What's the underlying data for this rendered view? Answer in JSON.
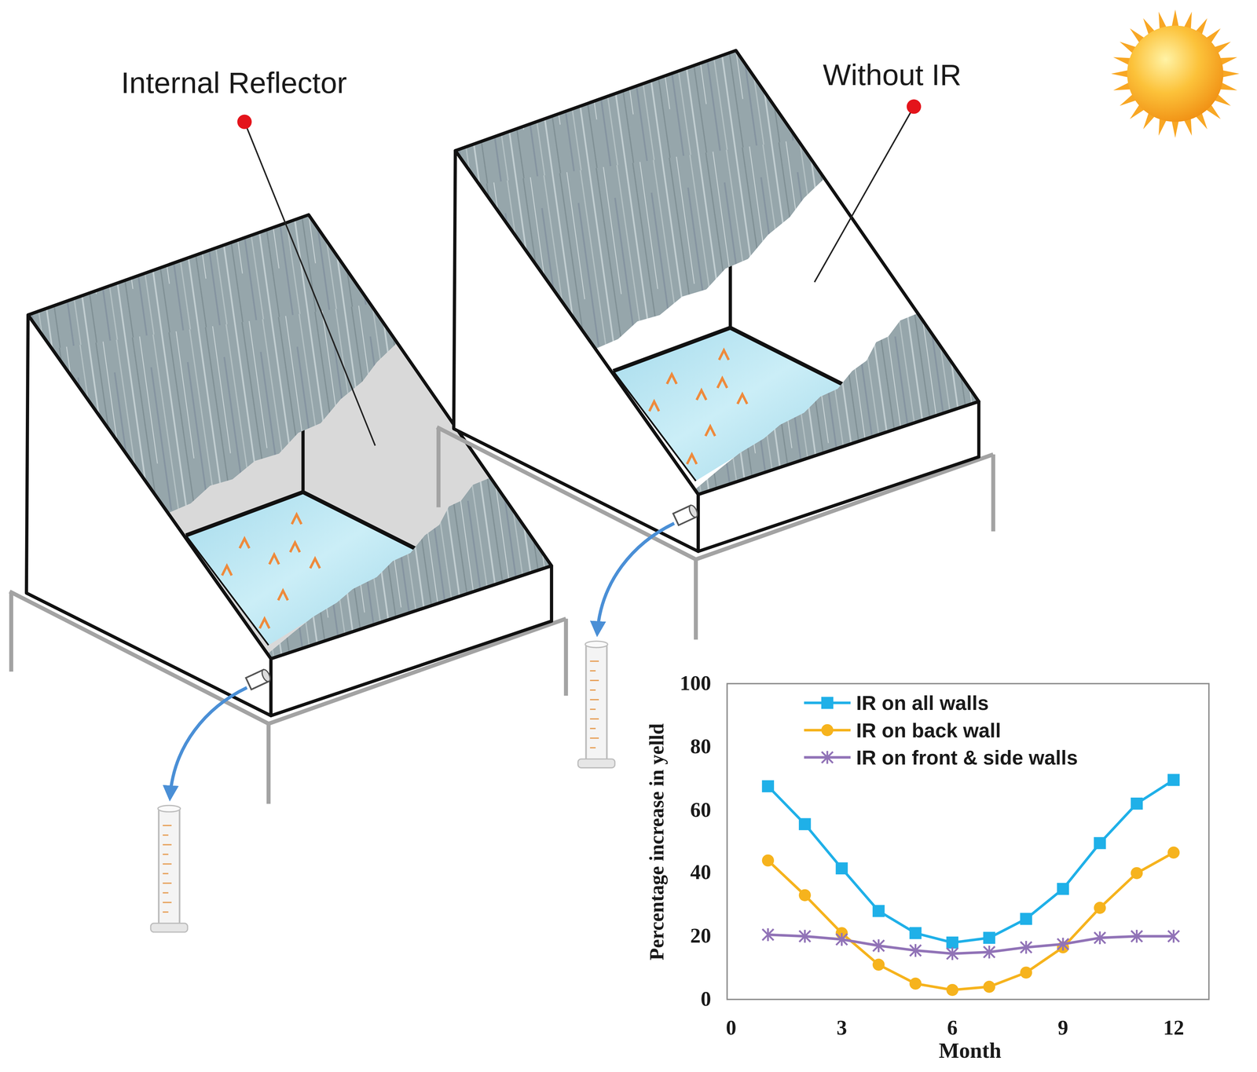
{
  "diagram": {
    "labels": [
      "Internal Reflector",
      "Without IR",
      "100",
      "80",
      "60",
      "40",
      "20",
      "0",
      "0",
      "3",
      "6",
      "9",
      "12",
      "Percentage increase in yelld",
      "Month"
    ],
    "legend": [
      {
        "text": "IR on all walls"
      },
      {
        "text": "IR on back wall"
      },
      {
        "text": "IR on front & side walls"
      }
    ]
  }
}
